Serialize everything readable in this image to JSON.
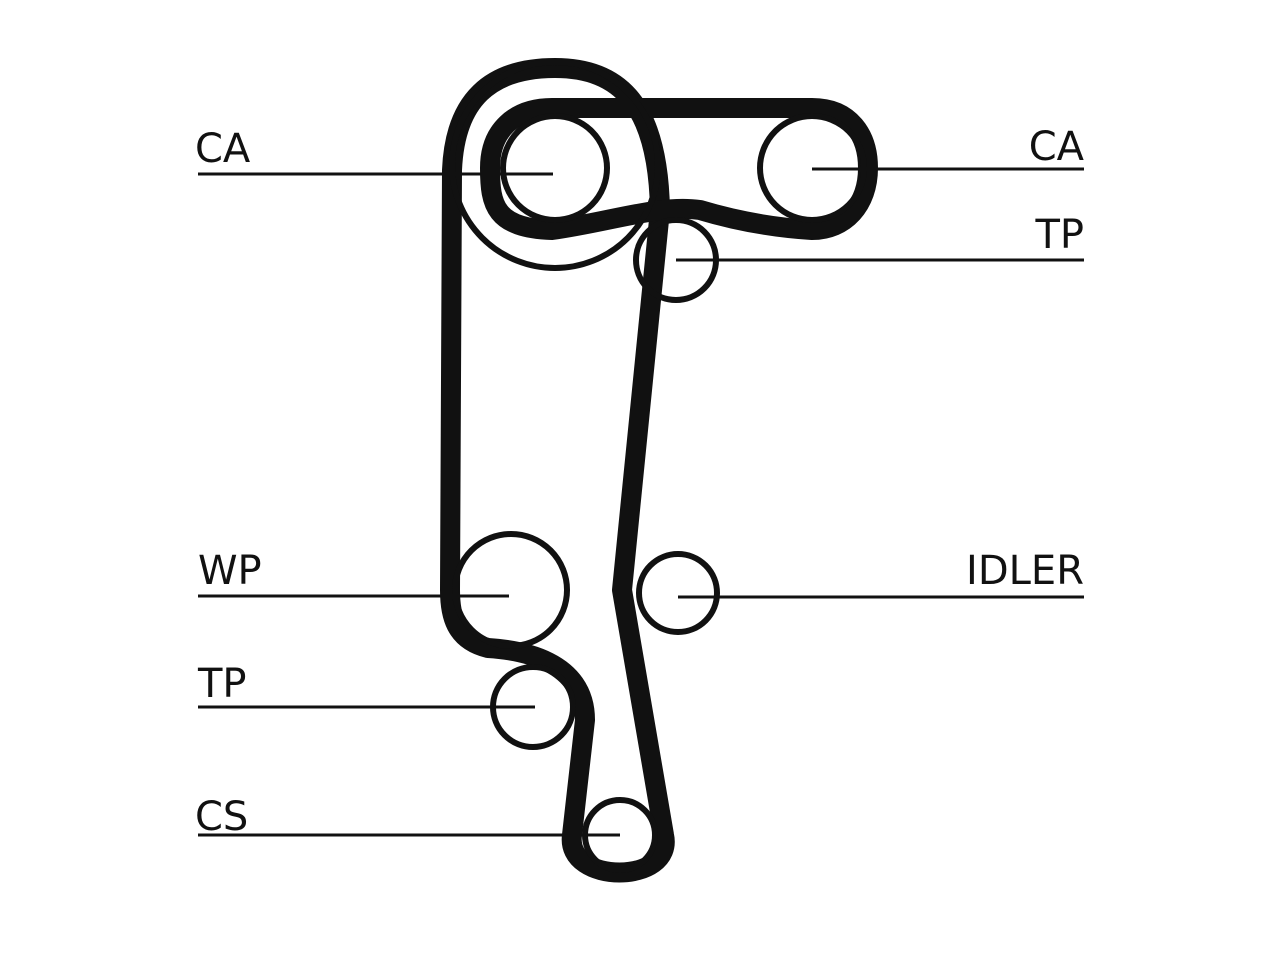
{
  "labels": {
    "cam_left": "CA",
    "cam_right": "CA",
    "tensioner_top": "TP",
    "water_pump": "WP",
    "idler": "IDLER",
    "tensioner_bottom": "TP",
    "crankshaft": "CS"
  },
  "colors": {
    "line": "#111111",
    "background": "#ffffff"
  }
}
